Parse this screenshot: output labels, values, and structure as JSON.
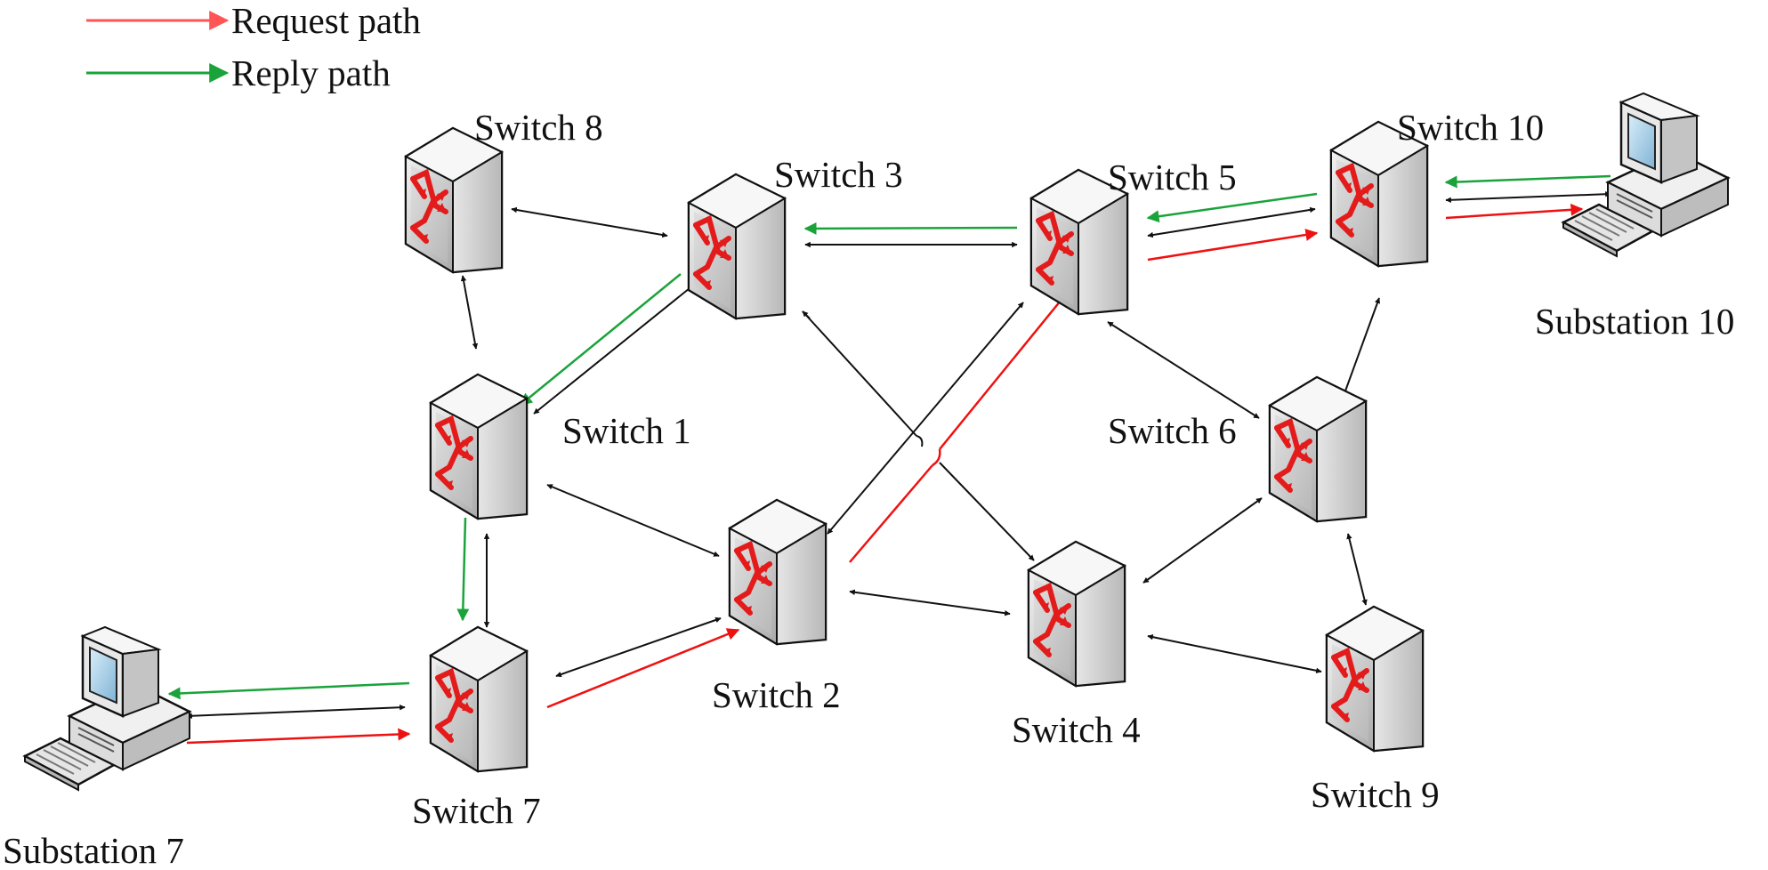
{
  "legend": {
    "request": {
      "label": "Request path",
      "color": "#ff5555"
    },
    "reply": {
      "label": "Reply path",
      "color": "#2db34a"
    }
  },
  "switches": {
    "s1": "Switch 1",
    "s2": "Switch 2",
    "s3": "Switch 3",
    "s4": "Switch 4",
    "s5": "Switch 5",
    "s6": "Switch 6",
    "s7": "Switch 7",
    "s8": "Switch 8",
    "s9": "Switch 9",
    "s10": "Switch 10"
  },
  "substations": {
    "sub7": "Substation 7",
    "sub10": "Substation 10"
  },
  "colors": {
    "link": "#111111",
    "request": "#ee1111",
    "reply": "#1aa33a",
    "switch_arrow": "#e31b1b"
  },
  "icons": {
    "switch": "network-switch-icon",
    "substation": "computer-terminal-icon"
  }
}
